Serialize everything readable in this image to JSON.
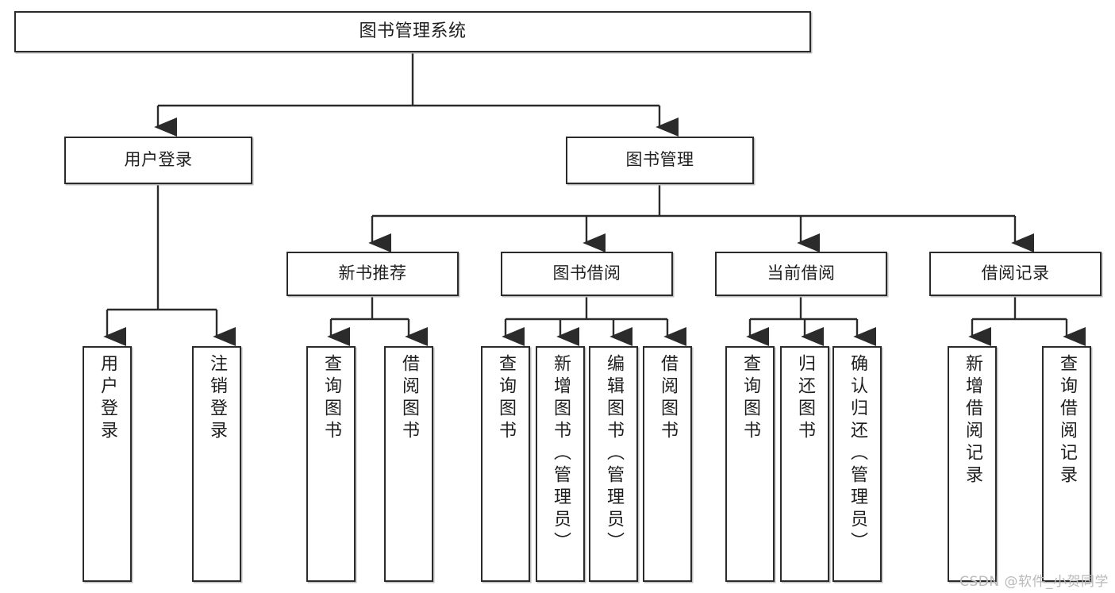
{
  "diagram": {
    "title": "图书管理系统",
    "type": "tree-hierarchy-chart",
    "watermark": "CSDN @软件_小贺同学",
    "colors": {
      "box_border": "#2b2b2b",
      "box_fill": "#ffffff",
      "connector": "#2b2b2b",
      "shadow": "#bdbdbd",
      "text": "#1f1f1f",
      "watermark": "#b9b9b9"
    }
  },
  "nodes": {
    "root": {
      "label": "图书管理系统"
    },
    "level2": [
      {
        "id": "user-login",
        "label": "用户登录"
      },
      {
        "id": "book-manage",
        "label": "图书管理"
      }
    ],
    "level3": [
      {
        "id": "new-book-recommend",
        "label": "新书推荐"
      },
      {
        "id": "book-borrow",
        "label": "图书借阅"
      },
      {
        "id": "current-borrow",
        "label": "当前借阅"
      },
      {
        "id": "borrow-record",
        "label": "借阅记录"
      }
    ],
    "leaves": {
      "user_login": [
        {
          "id": "leaf-user-login",
          "label": "用户登录"
        },
        {
          "id": "leaf-logout-login",
          "label": "注销登录"
        }
      ],
      "new_book_recommend": [
        {
          "id": "leaf-query-book-1",
          "label": "查询图书"
        },
        {
          "id": "leaf-borrow-book-1",
          "label": "借阅图书"
        }
      ],
      "book_borrow": [
        {
          "id": "leaf-query-book-2",
          "label": "查询图书"
        },
        {
          "id": "leaf-add-book",
          "label": "新增图书（管理员）"
        },
        {
          "id": "leaf-edit-book",
          "label": "编辑图书（管理员）"
        },
        {
          "id": "leaf-borrow-book-2",
          "label": "借阅图书"
        }
      ],
      "current_borrow": [
        {
          "id": "leaf-query-book-3",
          "label": "查询图书"
        },
        {
          "id": "leaf-return-book",
          "label": "归还图书"
        },
        {
          "id": "leaf-confirm-return",
          "label": "确认归还（管理员）"
        }
      ],
      "borrow_record": [
        {
          "id": "leaf-add-record",
          "label": "新增借阅记录"
        },
        {
          "id": "leaf-query-record",
          "label": "查询借阅记录"
        }
      ]
    }
  }
}
